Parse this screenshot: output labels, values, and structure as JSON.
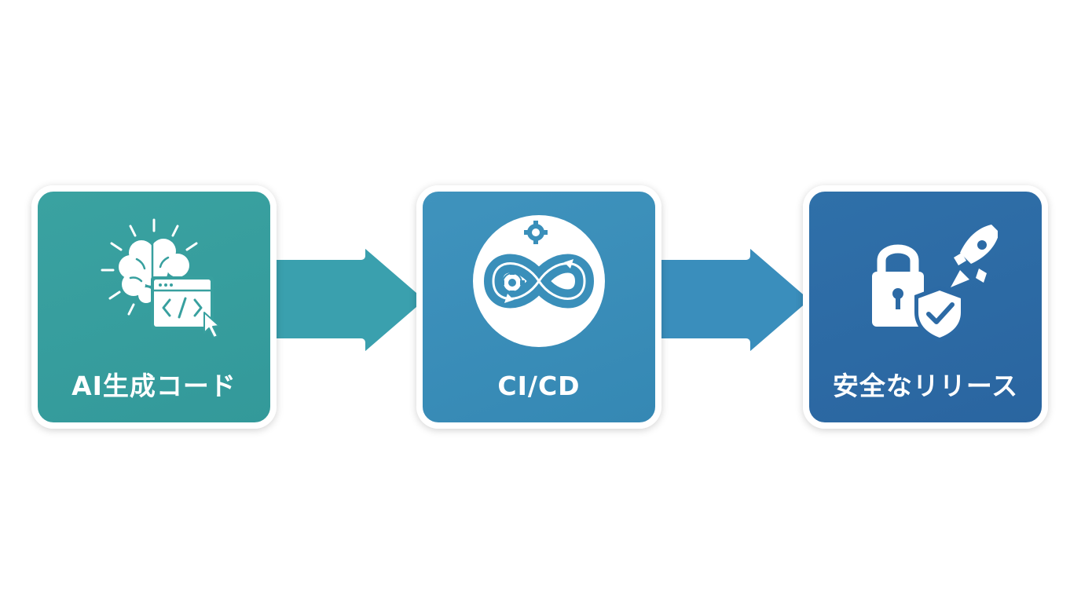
{
  "flow": {
    "steps": [
      {
        "label": "AI生成コード",
        "icon": "brain-code-icon",
        "color": "#38a09f"
      },
      {
        "label": "CI/CD",
        "icon": "cicd-infinity-gears-icon",
        "color": "#3a8fba"
      },
      {
        "label": "安全なリリース",
        "icon": "lock-shield-rocket-icon",
        "color": "#2c6aa5"
      }
    ],
    "connectors": [
      {
        "from": 0,
        "to": 1,
        "icon": "arrow-right-icon",
        "color": "#3a9db4"
      },
      {
        "from": 1,
        "to": 2,
        "icon": "arrow-right-icon",
        "color": "#3b8dbb"
      }
    ]
  }
}
